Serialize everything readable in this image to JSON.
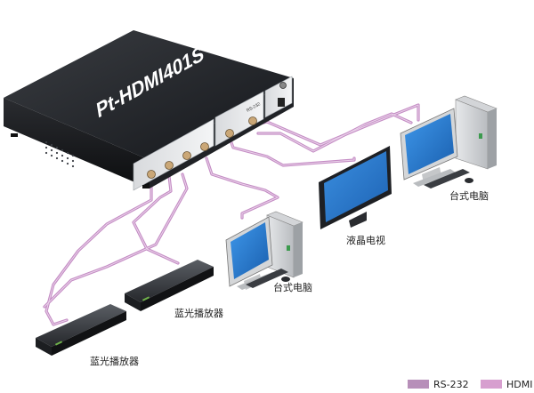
{
  "device": {
    "model": "Pt-HDMI401S",
    "port_label": "RS-232"
  },
  "labels": {
    "pc_right": "台式电脑",
    "lcd_tv": "液晶电视",
    "pc_left": "台式电脑",
    "bluray_upper": "蓝光播放器",
    "bluray_lower": "蓝光播放器"
  },
  "legend": [
    {
      "label": "RS-232",
      "color": "#b78fb9"
    },
    {
      "label": "HDMI",
      "color": "#d79fcf"
    }
  ],
  "colors": {
    "cable": "#c48cc4",
    "cable_core": "#ead3ea",
    "device_body": "#1d1f22",
    "screen": "#2b7fd6"
  }
}
